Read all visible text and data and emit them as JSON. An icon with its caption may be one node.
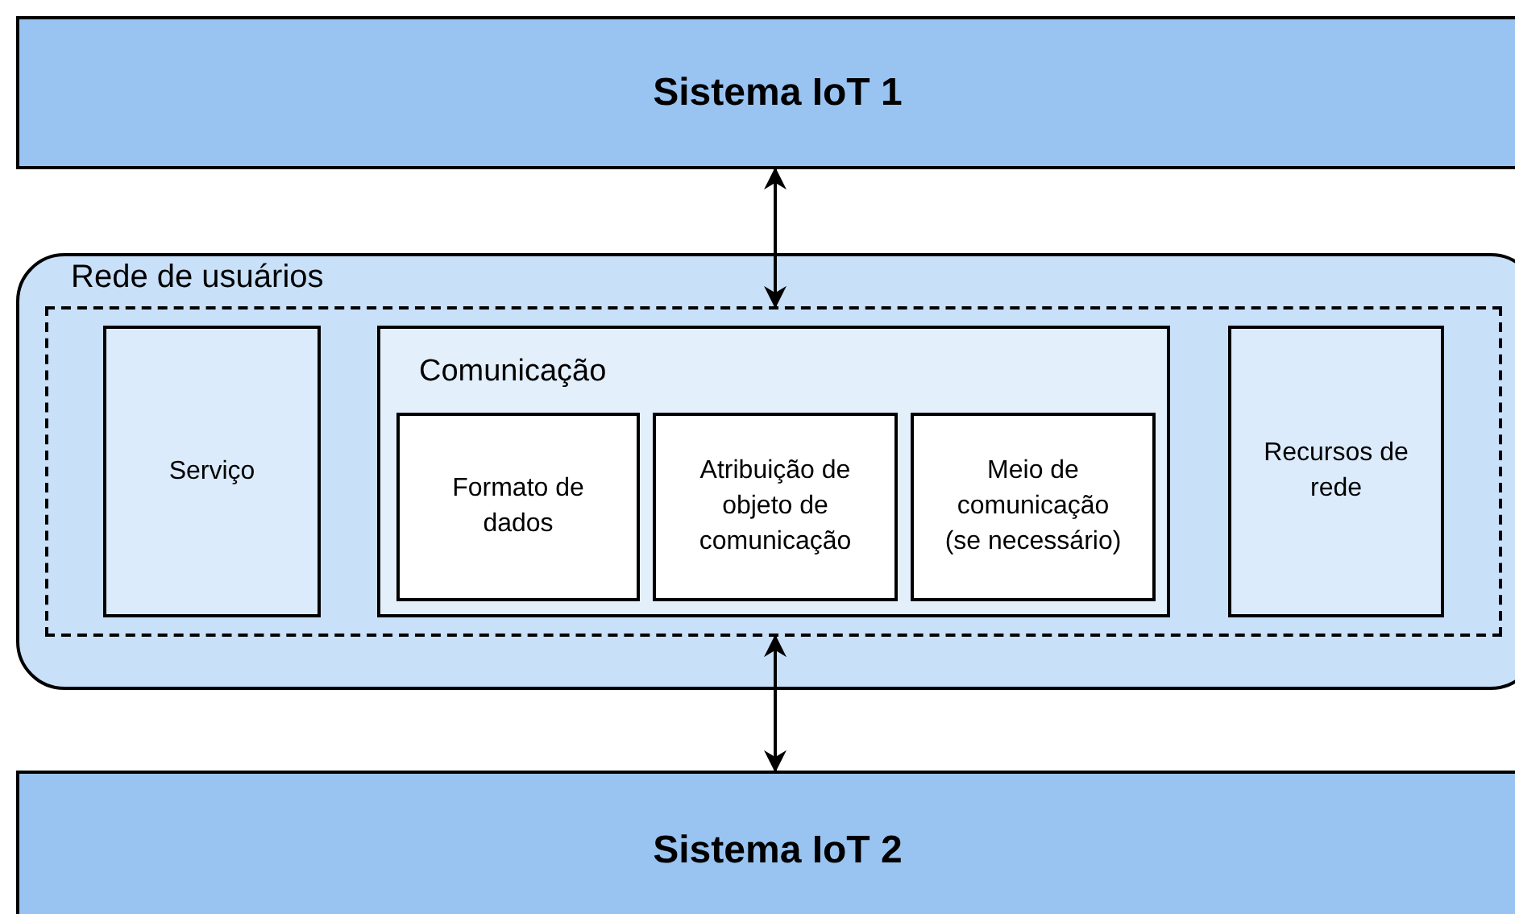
{
  "diagram": {
    "nodes": [
      {
        "text": [
          "Sistema IoT 1"
        ]
      },
      {
        "text": [
          "Rede de usuários"
        ]
      },
      {
        "text": [],
        "shape": "box",
        "in": 1
      },
      {
        "text": [
          "Serviço"
        ],
        "in": 2
      },
      {
        "text": [
          "Comunicação"
        ],
        "in": 2
      },
      {
        "text": [
          "Formato de dados"
        ],
        "in": 4
      },
      {
        "text": [
          "Atribuição de objeto de comunicação"
        ],
        "in": 4
      },
      {
        "text": [
          "Meio de comunicação (se necessário)"
        ],
        "in": 4
      },
      {
        "text": [
          "Recursos de rede"
        ],
        "in": 2
      },
      {
        "text": [
          "Sistema IoT 2"
        ]
      }
    ],
    "edges": [
      {
        "from": 0,
        "to": 2,
        "arrow": "both"
      },
      {
        "from": 2,
        "to": 9,
        "arrow": "both"
      }
    ]
  }
}
